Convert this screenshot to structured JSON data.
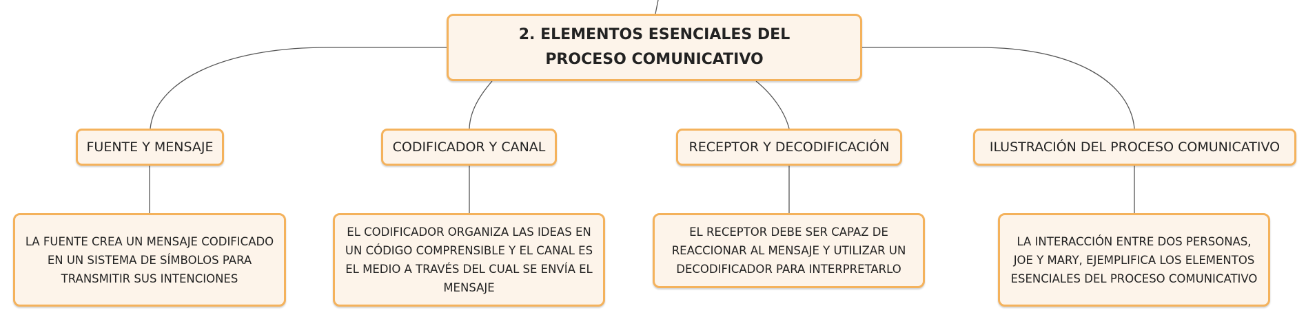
{
  "diagram": {
    "root": {
      "label": "2. ELEMENTOS ESENCIALES DEL PROCESO COMUNICATIVO"
    },
    "branches": [
      {
        "label": "FUENTE Y MENSAJE",
        "detail": "LA FUENTE CREA UN MENSAJE CODIFICADO EN UN SISTEMA DE SÍMBOLOS PARA TRANSMITIR SUS INTENCIONES"
      },
      {
        "label": "CODIFICADOR Y CANAL",
        "detail": "EL CODIFICADOR ORGANIZA LAS IDEAS EN UN CÓDIGO COMPRENSIBLE Y EL CANAL ES EL MEDIO A TRAVÉS DEL CUAL SE ENVÍA EL MENSAJE"
      },
      {
        "label": "RECEPTOR Y DECODIFICACIÓN",
        "detail": "EL RECEPTOR DEBE SER CAPAZ DE REACCIONAR AL MENSAJE Y UTILIZAR UN DECODIFICADOR PARA INTERPRETARLO"
      },
      {
        "label": "ILUSTRACIÓN DEL PROCESO COMUNICATIVO",
        "detail": "LA INTERACCIÓN ENTRE DOS PERSONAS, JOE Y MARY, EJEMPLIFICA LOS ELEMENTOS ESENCIALES DEL PROCESO COMUNICATIVO"
      }
    ]
  },
  "colors": {
    "node_fill": "#fdf4ea",
    "node_border": "#f4b25c",
    "connector": "#555555",
    "text": "#222222"
  }
}
